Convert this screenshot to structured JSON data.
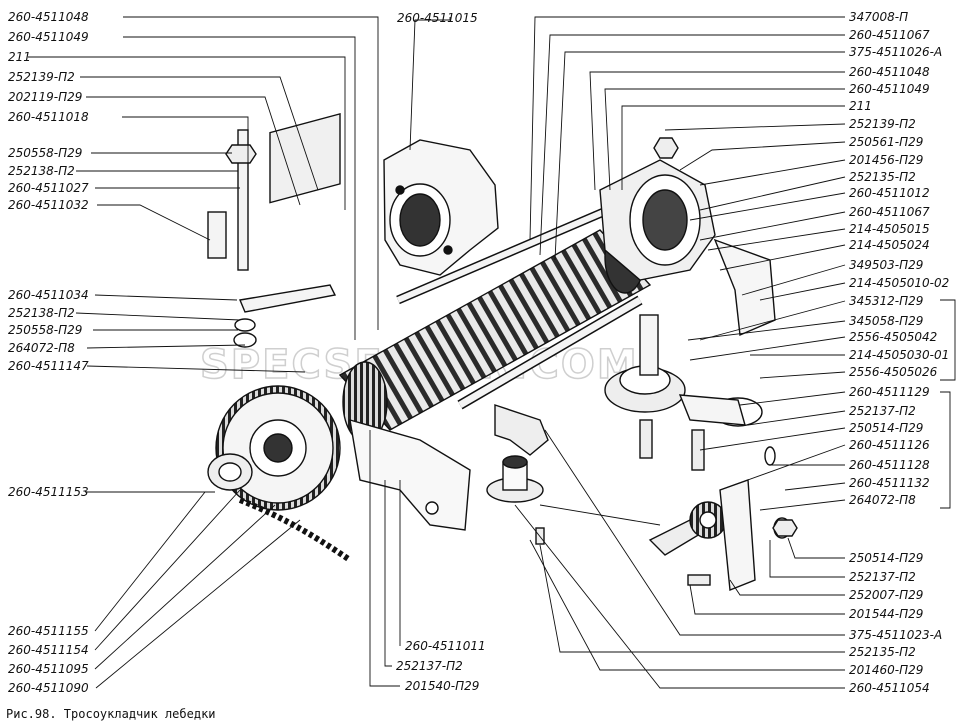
{
  "caption": "Рис.98. Тросоукладчик лебедки",
  "watermark": "SPECSERVER.COM",
  "left_labels": [
    "260-4511048",
    "260-4511049",
    "211",
    "252139-П2",
    "202119-П29",
    "260-4511018",
    "250558-П29",
    "252138-П2",
    "260-4511027",
    "260-4511032",
    "260-4511034",
    "252138-П2",
    "250558-П29",
    "264072-П8",
    "260-4511147",
    "260-4511153",
    "260-4511155",
    "260-4511154",
    "260-4511095",
    "260-4511090"
  ],
  "top_center_label": "260-4511015",
  "right_labels": [
    "347008-П",
    "260-4511067",
    "375-4511026-А",
    "260-4511048",
    "260-4511049",
    "211",
    "252139-П2",
    "250561-П29",
    "201456-П29",
    "252135-П2",
    "260-4511012",
    "260-4511067",
    "214-4505015",
    "214-4505024",
    "349503-П29",
    "214-4505010-02",
    "345312-П29",
    "345058-П29",
    "2556-4505042",
    "214-4505030-01",
    "2556-4505026",
    "260-4511129",
    "252137-П2",
    "250514-П29",
    "260-4511126",
    "260-4511128",
    "260-4511132",
    "264072-П8",
    "250514-П29",
    "252137-П2",
    "252007-П29",
    "201544-П29",
    "375-4511023-А",
    "252135-П2",
    "201460-П29",
    "260-4511054"
  ],
  "bottom_labels": [
    "260-4511011",
    "252137-П2",
    "201540-П29"
  ]
}
